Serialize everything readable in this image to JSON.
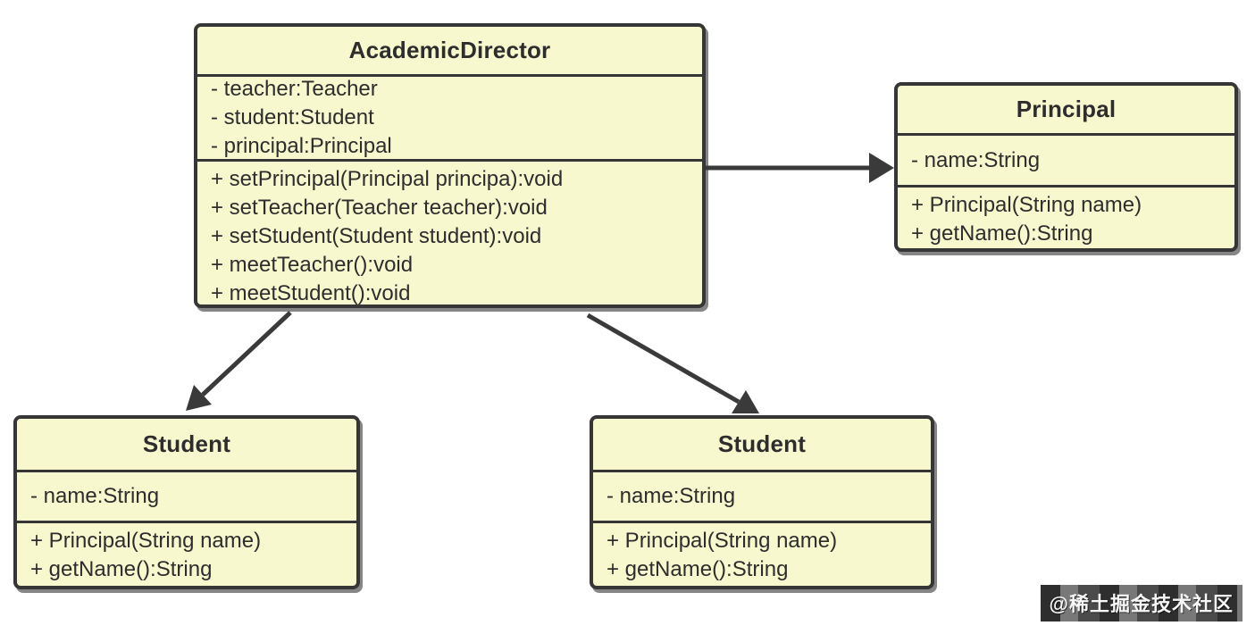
{
  "diagram": {
    "type": "uml-class-diagram",
    "classes": [
      {
        "name": "AcademicDirector",
        "attributes": [
          "- teacher:Teacher",
          "- student:Student",
          "- principal:Principal"
        ],
        "methods": [
          "+ setPrincipal(Principal principa):void",
          "+ setTeacher(Teacher teacher):void",
          "+ setStudent(Student student):void",
          "+ meetTeacher():void",
          "+ meetStudent():void"
        ]
      },
      {
        "name": "Principal",
        "attributes": [
          "- name:String"
        ],
        "methods": [
          "+ Principal(String name)",
          "+ getName():String"
        ]
      },
      {
        "name": "Student",
        "attributes": [
          "- name:String"
        ],
        "methods": [
          "+ Principal(String name)",
          "+ getName():String"
        ]
      },
      {
        "name": "Student",
        "attributes": [
          "- name:String"
        ],
        "methods": [
          "+ Principal(String name)",
          "+ getName():String"
        ]
      }
    ],
    "relations": [
      {
        "from": "AcademicDirector",
        "to": "Principal",
        "style": "directed-association"
      },
      {
        "from": "AcademicDirector",
        "to": "Student (left)",
        "style": "directed-association"
      },
      {
        "from": "AcademicDirector",
        "to": "Student (right)",
        "style": "directed-association"
      }
    ]
  },
  "watermark": {
    "text": "@稀土掘金技术社区"
  },
  "colors": {
    "box-fill": "#f8f8cf",
    "box-border": "#363636",
    "text": "#2d2d2d",
    "arrow": "#3a3a3a",
    "background": "#ffffff",
    "watermark-text": "#f7f7f7"
  }
}
